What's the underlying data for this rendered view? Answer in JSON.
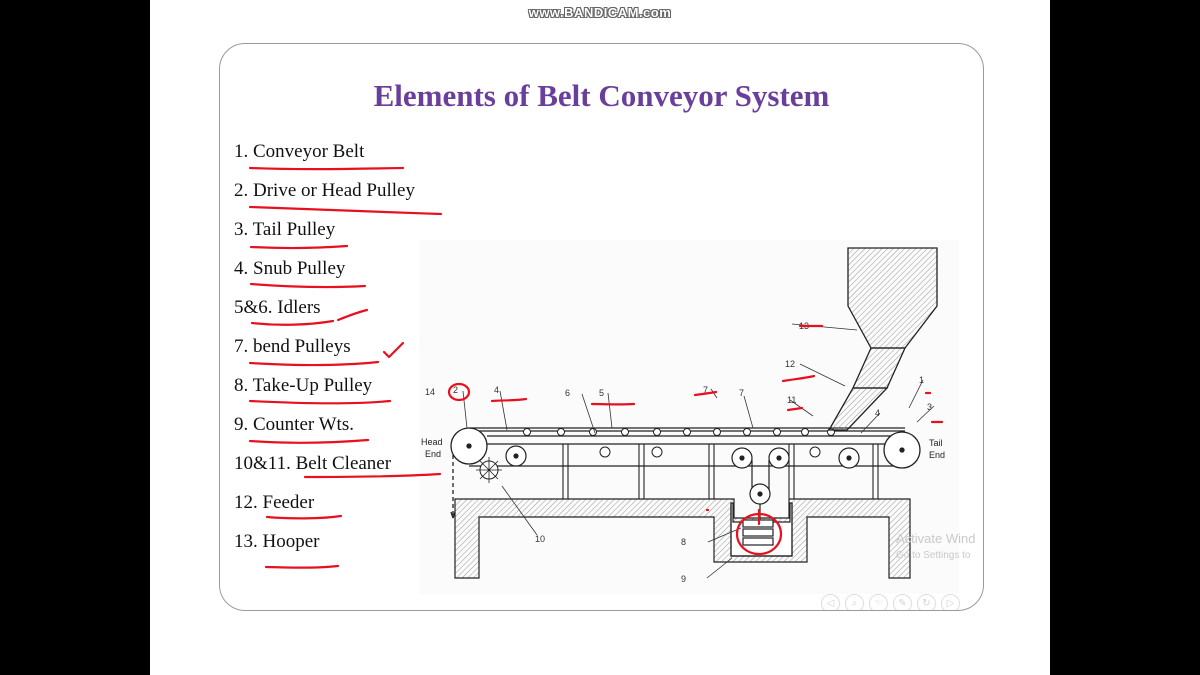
{
  "watermark": "www.BANDICAM.com",
  "slide": {
    "title": "Elements of Belt Conveyor System",
    "items": [
      "1. Conveyor Belt",
      "2. Drive or Head Pulley",
      "3. Tail Pulley",
      "4. Snub Pulley",
      "5&6. Idlers",
      "7. bend Pulleys",
      "8. Take-Up Pulley",
      "9. Counter Wts.",
      "10&11. Belt Cleaner",
      "12. Feeder",
      "13. Hooper"
    ]
  },
  "diagram": {
    "head_label": [
      "Head",
      "End"
    ],
    "tail_label": [
      "Tail",
      "End"
    ],
    "callouts": [
      "14",
      "2",
      "4",
      "6",
      "5",
      "7",
      "7",
      "11",
      "12",
      "13",
      "1",
      "4",
      "3",
      "10",
      "8",
      "9"
    ]
  },
  "overlay": {
    "activate_line1": "Activate Wind",
    "activate_line2": "Go to Settings to"
  },
  "controls": {
    "prev": "◁",
    "zoom": "⌕",
    "hand": "☜",
    "pen": "✎",
    "refresh": "↻",
    "next": "▷"
  },
  "colors": {
    "title": "#6a3f9c",
    "ink": "#e8101e",
    "frame": "#000000"
  }
}
